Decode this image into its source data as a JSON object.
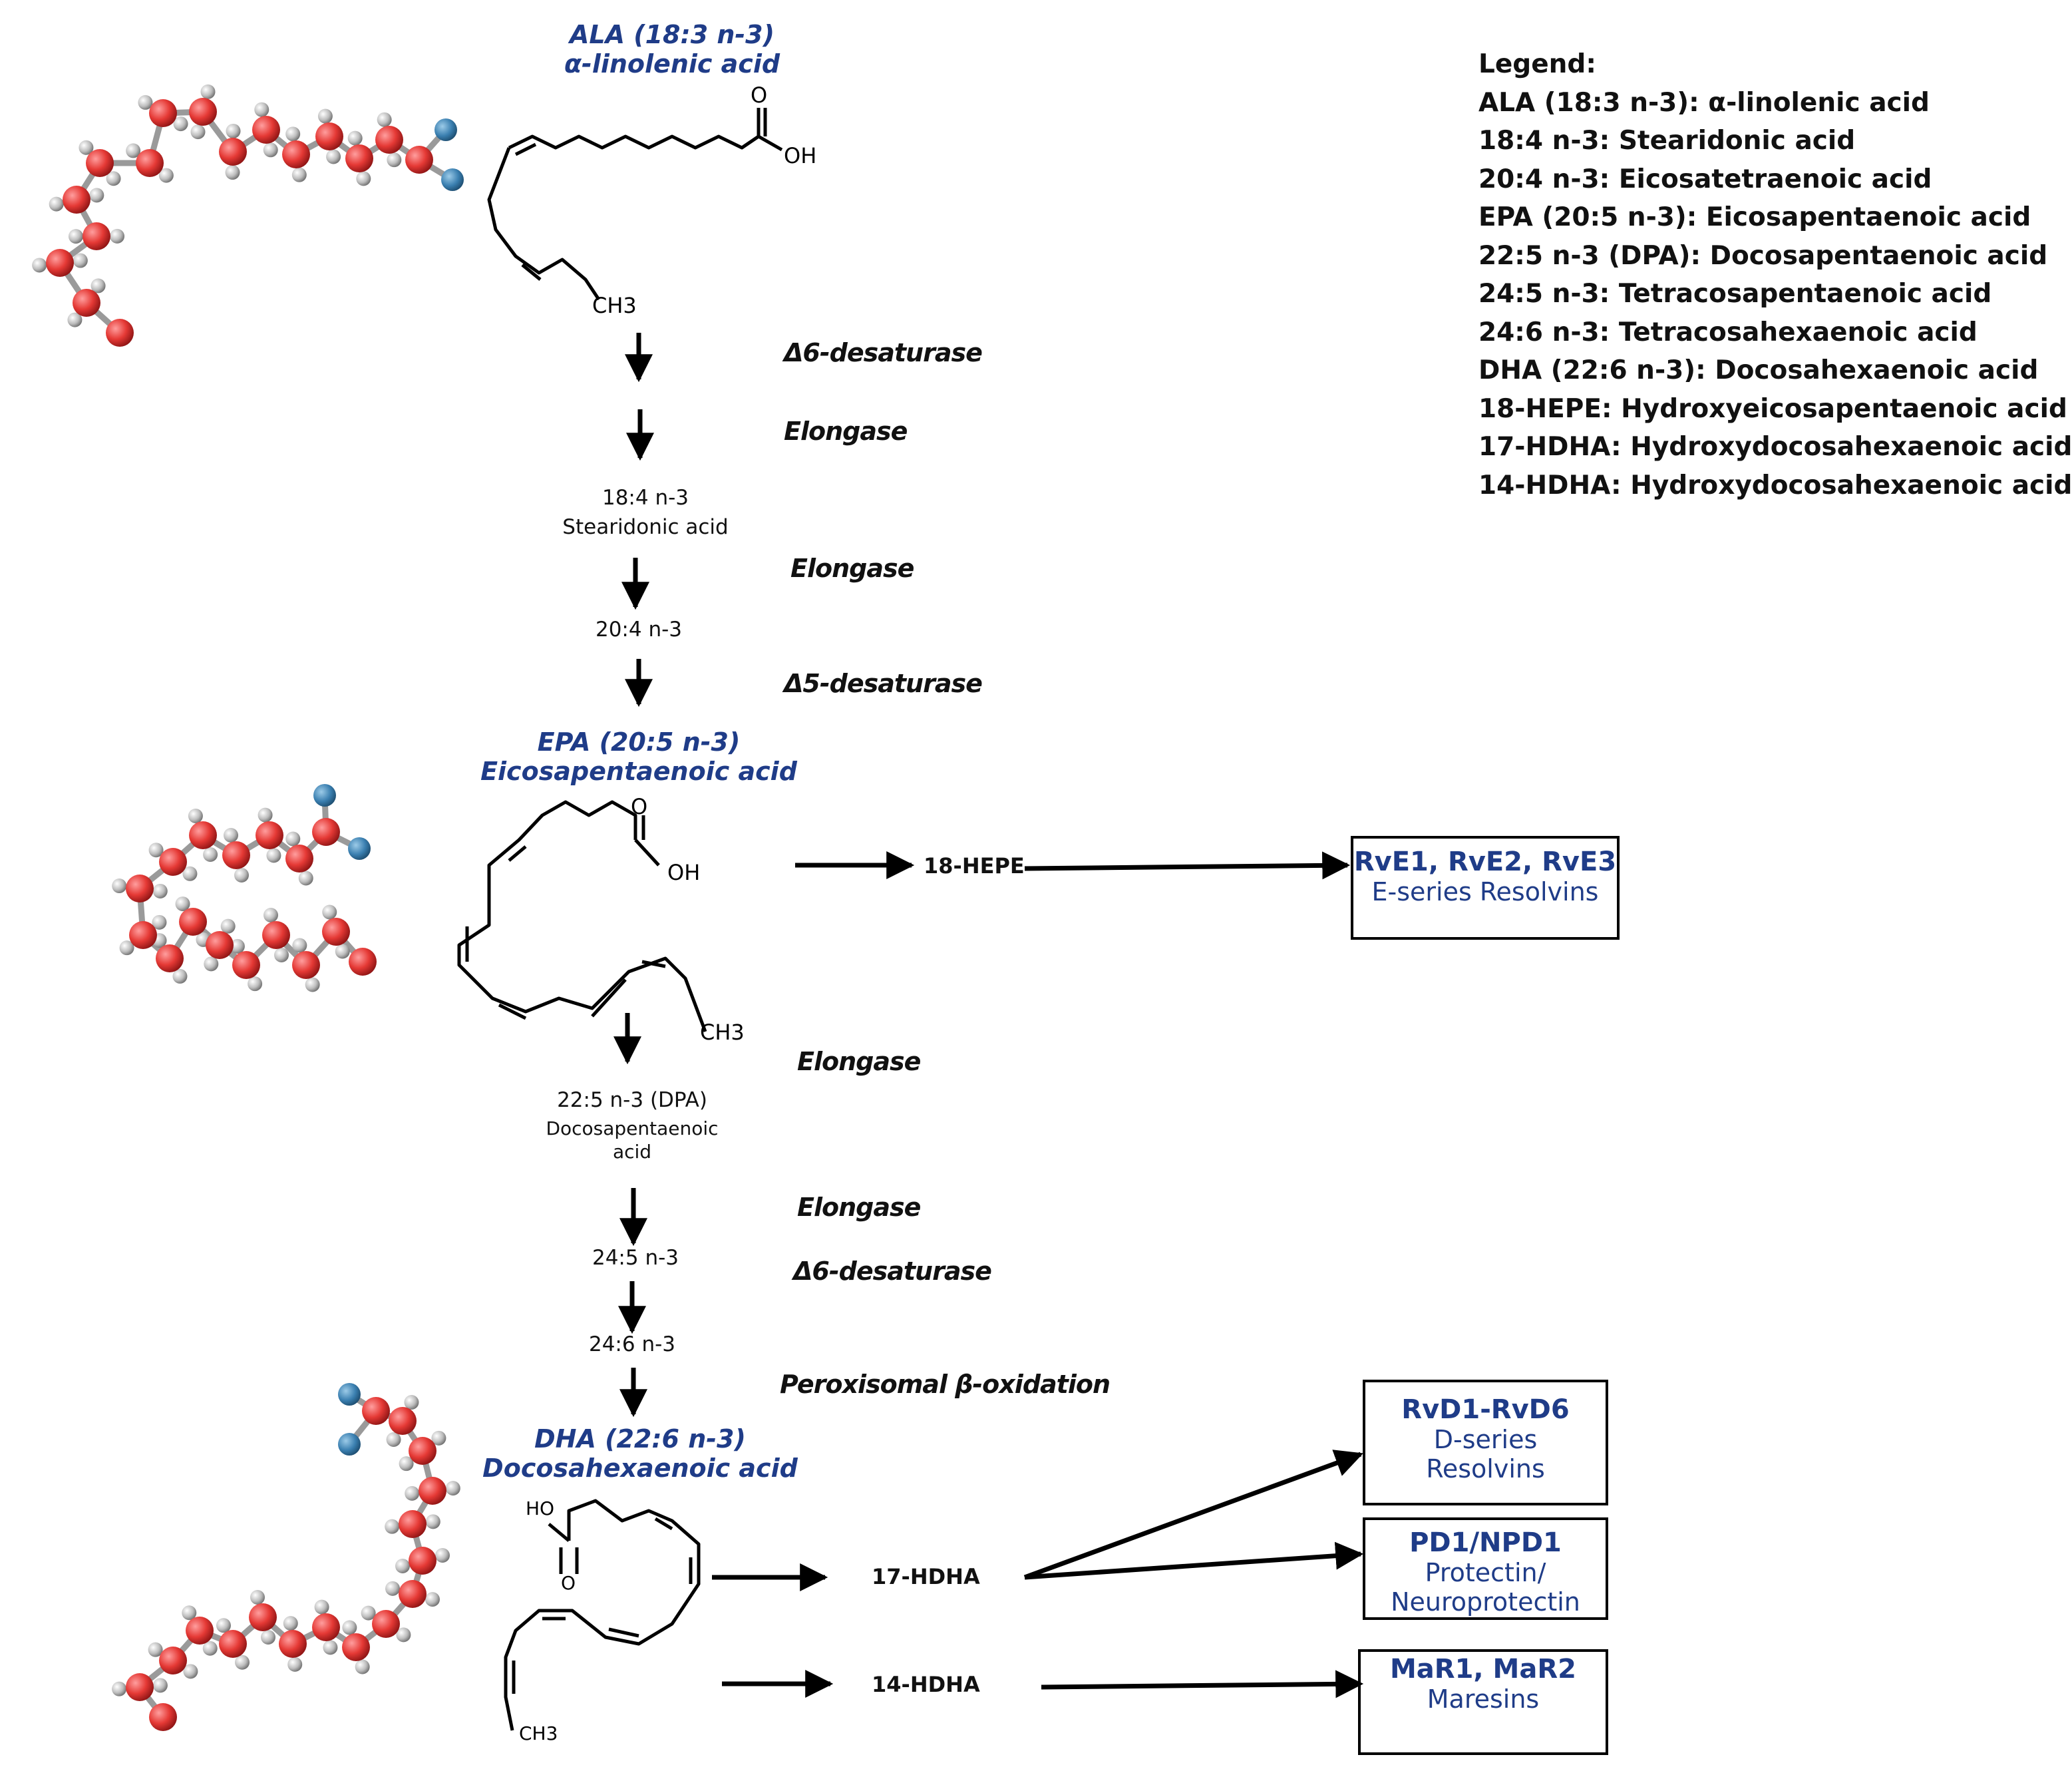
{
  "acids": {
    "ala": {
      "short": "ALA (18:3 n-3)",
      "name": "α-linolenic acid"
    },
    "epa": {
      "short": "EPA (20:5 n-3)",
      "name": "Eicosapentaenoic acid"
    },
    "dha": {
      "short": "DHA (22:6 n-3)",
      "name": "Docosahexaenoic acid"
    }
  },
  "formula": {
    "oxygen": "O",
    "oh": "OH",
    "ch3": "CH3",
    "ho": "HO"
  },
  "enzymes": {
    "d6_desaturase_1": "Δ6-desaturase",
    "elongase_1": "Elongase",
    "elongase_2": "Elongase",
    "d5_desaturase": "Δ5-desaturase",
    "elongase_3": "Elongase",
    "elongase_4": "Elongase",
    "d6_desaturase_2": "Δ6-desaturase",
    "peroxisomal": "Peroxisomal β-oxidation"
  },
  "intermediates": {
    "sda": {
      "short": "18:4 n-3",
      "name": "Stearidonic acid"
    },
    "eta": {
      "short": "20:4 n-3"
    },
    "dpa": {
      "short": "22:5 n-3 (DPA)",
      "name1": "Docosapentaenoic",
      "name2": "acid"
    },
    "tpa": {
      "short": "24:5 n-3"
    },
    "tha": {
      "short": "24:6 n-3"
    }
  },
  "mediators": {
    "hepe18": "18-HEPE",
    "hdha17": "17-HDHA",
    "hdha14": "14-HDHA"
  },
  "boxes": {
    "rve": {
      "title": "RvE1, RvE2, RvE3",
      "line1": "E-series Resolvins"
    },
    "rvd": {
      "title": "RvD1-RvD6",
      "line1": "D-series",
      "line2": "Resolvins"
    },
    "pd1": {
      "title": "PD1/NPD1",
      "line1": "Protectin/",
      "line2": "Neuroprotectin"
    },
    "mar": {
      "title": "MaR1, MaR2",
      "line1": "Maresins"
    }
  },
  "legend": {
    "title": "Legend:",
    "items": [
      "ALA (18:3 n-3): α-linolenic acid",
      "18:4 n-3: Stearidonic acid",
      "20:4 n-3: Eicosatetraenoic acid",
      "EPA (20:5 n-3): Eicosapentaenoic acid",
      "22:5 n-3 (DPA): Docosapentaenoic acid",
      "24:5 n-3: Tetracosapentaenoic acid",
      "24:6 n-3: Tetracosahexaenoic acid",
      "DHA (22:6 n-3): Docosahexaenoic acid",
      "18-HEPE: Hydroxyeicosapentaenoic acid",
      "17-HDHA: Hydroxydocosahexaenoic acid",
      "14-HDHA: Hydroxydocosahexaenoic acid"
    ]
  },
  "colors": {
    "carbon": "#e53935",
    "hydrogen": "#bdbdbd",
    "oxygen": "#3a7fb0",
    "accent": "#1f3c88"
  }
}
